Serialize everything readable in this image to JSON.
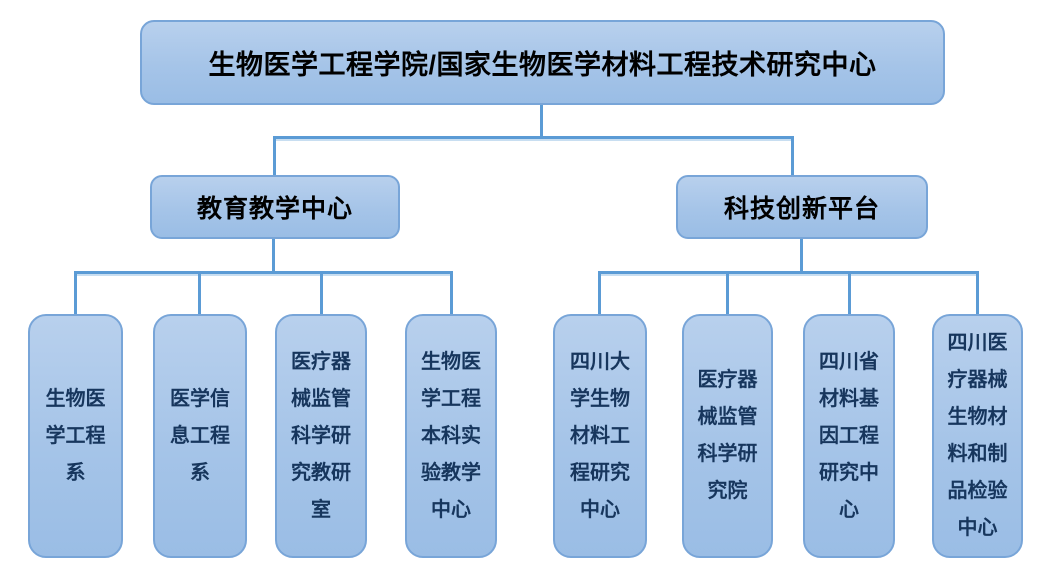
{
  "colors": {
    "connector": "#5b9bd5",
    "box_border": "#78a5d8",
    "box_fill_top": "#b8d0ed",
    "box_fill_mid": "#a5c4e8",
    "box_fill_bottom": "#9abde5",
    "title_text": "#000000",
    "leaf_text": "#17365d",
    "canvas_bg": "#ffffff"
  },
  "root": {
    "label": "生物医学工程学院/国家生物医学材料工程技术研究中心"
  },
  "branches": [
    {
      "label": "教育教学中心",
      "children": [
        "生物医学工程系",
        "医学信息工程系",
        "医疗器械监管科学研究教研室",
        "生物医学工程本科实验教学中心"
      ]
    },
    {
      "label": "科技创新平台",
      "children": [
        "四川大学生物材料工程研究中心",
        "医疗器械监管科学研究院",
        "四川省材料基因工程研究中心",
        "四川医疗器械生物材料和制品检验中心"
      ]
    }
  ]
}
